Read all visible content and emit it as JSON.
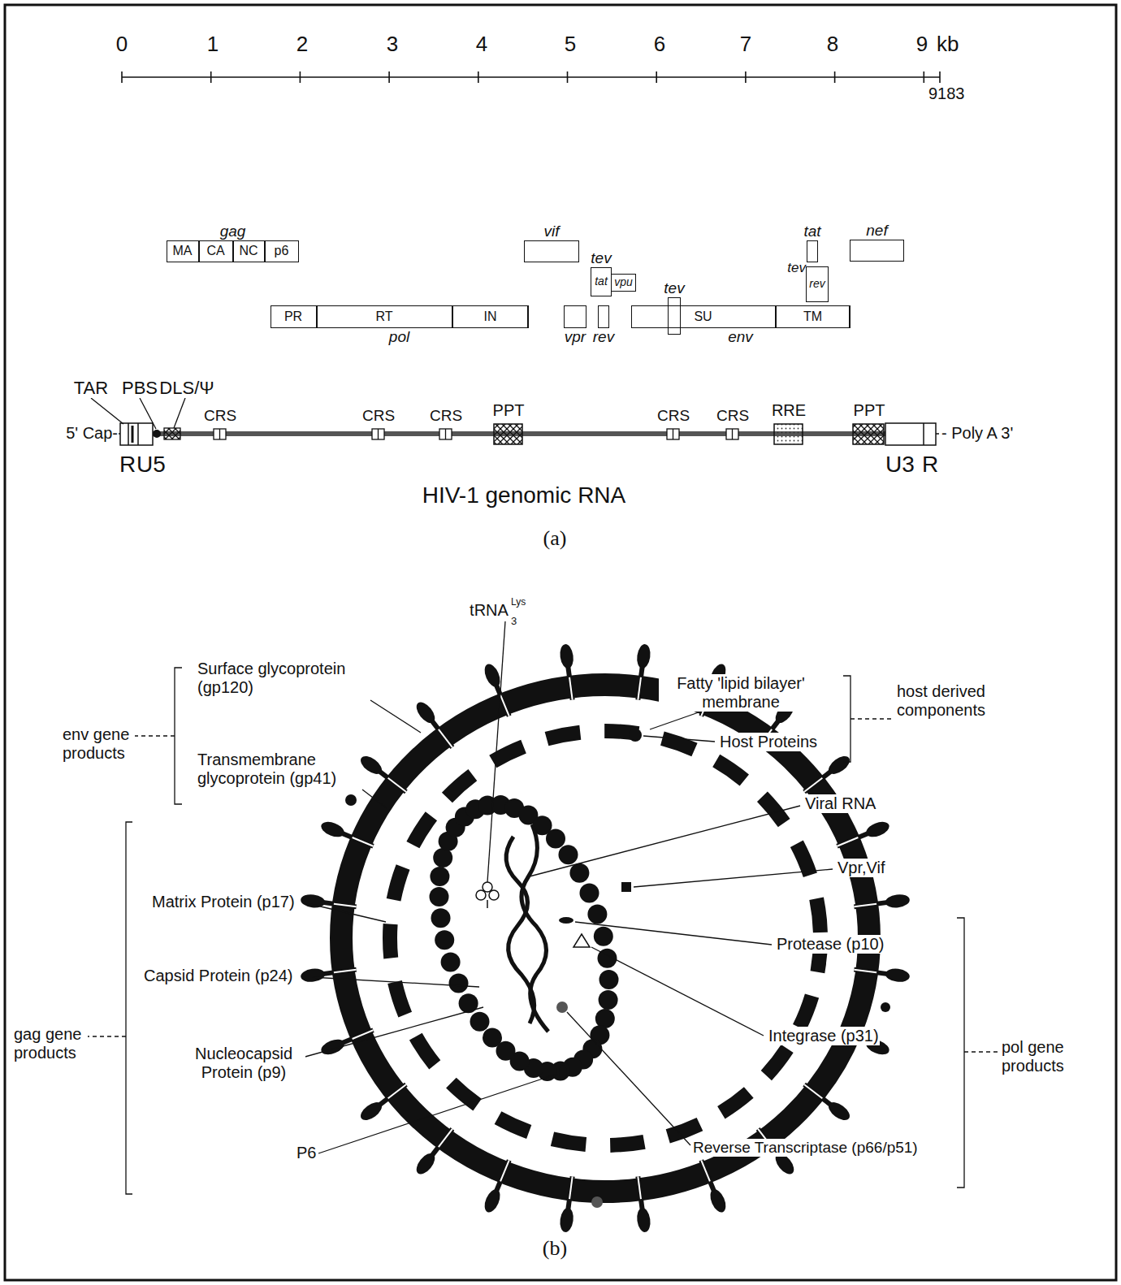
{
  "diagram": {
    "nodes": [
      {
        "text": [
          "gag"
        ]
      },
      {
        "text": [
          "MA"
        ],
        "in": 0
      },
      {
        "text": [
          "CA"
        ],
        "in": 0
      },
      {
        "text": [
          "NC"
        ],
        "in": 0
      },
      {
        "text": [
          "p6"
        ],
        "in": 0
      },
      {
        "text": [
          "vif"
        ]
      },
      {
        "text": [
          "tat"
        ]
      },
      {
        "text": [
          "nef"
        ]
      },
      {
        "text": [
          "tev",
          "tat"
        ]
      },
      {
        "text": [
          "vpu"
        ]
      },
      {
        "text": [
          "pol"
        ]
      },
      {
        "text": [
          "PR"
        ],
        "in": 10
      },
      {
        "text": [
          "RT"
        ],
        "in": 10
      },
      {
        "text": [
          "IN"
        ],
        "in": 10
      },
      {
        "text": [
          "vpr"
        ]
      },
      {
        "text": [
          "rev"
        ]
      },
      {
        "text": [
          "env"
        ]
      },
      {
        "text": [
          "SU"
        ],
        "in": 16
      },
      {
        "text": [
          "TM"
        ],
        "in": 16
      },
      {
        "text": [
          "tev"
        ]
      },
      {
        "text": [
          "tev",
          "rev"
        ]
      }
    ],
    "labels": [
      "0",
      "1",
      "2",
      "3",
      "4",
      "5",
      "6",
      "7",
      "8",
      "9",
      "kb",
      "9183",
      "TAR",
      "PBS",
      "DLS/Ψ",
      "CRS",
      "CRS",
      "CRS",
      "PPT",
      "CRS",
      "CRS",
      "RRE",
      "PPT",
      "5' Cap-",
      "R",
      "U5",
      "- Poly A 3'",
      "U3",
      "R",
      "HIV-1 genomic RNA",
      "(a)",
      "tRNA",
      "3",
      "Lys",
      "Surface glycoprotein (gp120)",
      "Transmembrane glycoprotein (gp41)",
      "env gene products",
      "Fatty 'lipid bilayer' membrane",
      "host derived components",
      "Host Proteins",
      "Viral RNA",
      "Vpr,Vif",
      "Protease (p10)",
      "Integrase (p31)",
      "pol gene products",
      "Reverse Transcriptase (p66/p51)",
      "Matrix Protein (p17)",
      "Capsid Protein (p24)",
      "Nucleocapsid Protein (p9)",
      "P6",
      "gag gene products",
      "(b)"
    ]
  }
}
